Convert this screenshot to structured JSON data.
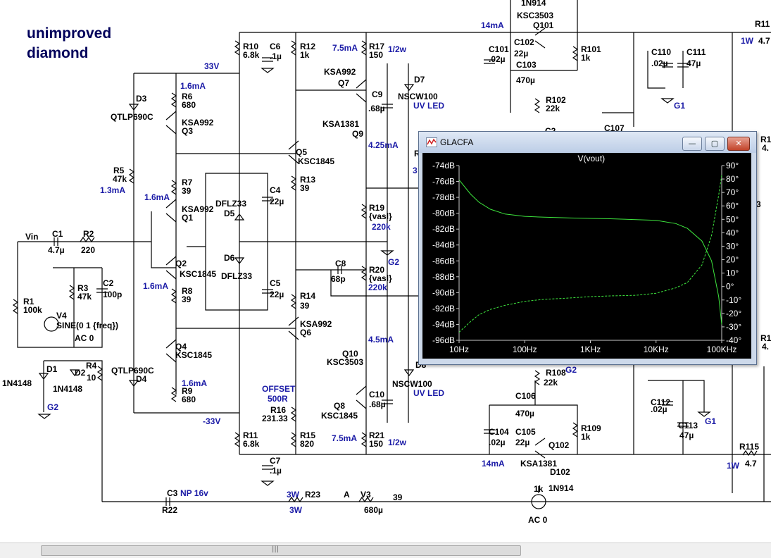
{
  "schematic": {
    "title_line1": "unimproved",
    "title_line2": "diamond",
    "labels": [
      {
        "id": "r10",
        "t": "R10",
        "c": "bk"
      },
      {
        "id": "r10v",
        "t": "6.8k",
        "c": "bk"
      },
      {
        "id": "c6",
        "t": "C6",
        "c": "bk"
      },
      {
        "id": "c6v",
        "t": ".1µ",
        "c": "bk"
      },
      {
        "id": "r12",
        "t": "R12",
        "c": "bk"
      },
      {
        "id": "r12v",
        "t": "1k",
        "c": "bk"
      },
      {
        "id": "i75a",
        "t": "7.5mA",
        "c": "bl"
      },
      {
        "id": "r17",
        "t": "R17",
        "c": "bk"
      },
      {
        "id": "r17v",
        "t": "150",
        "c": "bk"
      },
      {
        "id": "p12a",
        "t": "1/2w",
        "c": "bl"
      },
      {
        "id": "i14a",
        "t": "14mA",
        "c": "bl"
      },
      {
        "id": "d101",
        "t": "1N914",
        "c": "bk"
      },
      {
        "id": "ksc3503a",
        "t": "KSC3503",
        "c": "bk"
      },
      {
        "id": "q101",
        "t": "Q101",
        "c": "bk"
      },
      {
        "id": "c102",
        "t": "C102",
        "c": "bk"
      },
      {
        "id": "c102v",
        "t": "22µ",
        "c": "bk"
      },
      {
        "id": "c101",
        "t": "C101",
        "c": "bk"
      },
      {
        "id": "c101v",
        "t": ".02µ",
        "c": "bk"
      },
      {
        "id": "c103",
        "t": "C103",
        "c": "bk"
      },
      {
        "id": "c103v",
        "t": "470µ",
        "c": "bk"
      },
      {
        "id": "r101",
        "t": "R101",
        "c": "bk"
      },
      {
        "id": "r101v",
        "t": "1k",
        "c": "bk"
      },
      {
        "id": "r102",
        "t": "R102",
        "c": "bk"
      },
      {
        "id": "r102v",
        "t": "22k",
        "c": "bk"
      },
      {
        "id": "c110",
        "t": "C110",
        "c": "bk"
      },
      {
        "id": "c110v",
        "t": ".02µ",
        "c": "bk"
      },
      {
        "id": "c111",
        "t": "C111",
        "c": "bk"
      },
      {
        "id": "c111v",
        "t": "47µ",
        "c": "bk"
      },
      {
        "id": "g1a",
        "t": "G1",
        "c": "bl"
      },
      {
        "id": "w1a",
        "t": "1W",
        "c": "bl"
      },
      {
        "id": "r11x",
        "t": "R11",
        "c": "bk"
      },
      {
        "id": "r11xv",
        "t": "4.7",
        "c": "bk"
      },
      {
        "id": "v33",
        "t": "33V",
        "c": "bl"
      },
      {
        "id": "i16a",
        "t": "1.6mA",
        "c": "bl"
      },
      {
        "id": "d3",
        "t": "D3",
        "c": "bk"
      },
      {
        "id": "r6",
        "t": "R6",
        "c": "bk"
      },
      {
        "id": "r6v",
        "t": "680",
        "c": "bk"
      },
      {
        "id": "qtlp1",
        "t": "QTLP690C",
        "c": "bk"
      },
      {
        "id": "ksa992a",
        "t": "KSA992",
        "c": "bk"
      },
      {
        "id": "q3",
        "t": "Q3",
        "c": "bk"
      },
      {
        "id": "ksa992b",
        "t": "KSA992",
        "c": "bk"
      },
      {
        "id": "q7",
        "t": "Q7",
        "c": "bk"
      },
      {
        "id": "c9",
        "t": "C9",
        "c": "bk"
      },
      {
        "id": "c9v",
        "t": ".68µ",
        "c": "bk"
      },
      {
        "id": "d7",
        "t": "D7",
        "c": "bk"
      },
      {
        "id": "nscw1",
        "t": "NSCW100",
        "c": "bk"
      },
      {
        "id": "uv1",
        "t": "UV LED",
        "c": "bl"
      },
      {
        "id": "ksa1381a",
        "t": "KSA1381",
        "c": "bk"
      },
      {
        "id": "q9",
        "t": "Q9",
        "c": "bk"
      },
      {
        "id": "i425",
        "t": "4.25mA",
        "c": "bl"
      },
      {
        "id": "r5",
        "t": "R5",
        "c": "bk"
      },
      {
        "id": "r5v",
        "t": "47k",
        "c": "bk"
      },
      {
        "id": "i13",
        "t": "1.3mA",
        "c": "bl"
      },
      {
        "id": "q5",
        "t": "Q5",
        "c": "bk"
      },
      {
        "id": "ksc1845a",
        "t": "KSC1845",
        "c": "bk"
      },
      {
        "id": "r7",
        "t": "R7",
        "c": "bk"
      },
      {
        "id": "r7v",
        "t": "39",
        "c": "bk"
      },
      {
        "id": "r13",
        "t": "R13",
        "c": "bk"
      },
      {
        "id": "r13v",
        "t": "39",
        "c": "bk"
      },
      {
        "id": "c4",
        "t": "C4",
        "c": "bk"
      },
      {
        "id": "c4v",
        "t": "22µ",
        "c": "bk"
      },
      {
        "id": "i16b",
        "t": "1.6mA",
        "c": "bl"
      },
      {
        "id": "ksa992c",
        "t": "KSA992",
        "c": "bk"
      },
      {
        "id": "q1",
        "t": "Q1",
        "c": "bk"
      },
      {
        "id": "dflz1",
        "t": "DFLZ33",
        "c": "bk"
      },
      {
        "id": "d5",
        "t": "D5",
        "c": "bk"
      },
      {
        "id": "r19",
        "t": "R19",
        "c": "bk"
      },
      {
        "id": "r19v",
        "t": "{vasl}",
        "c": "bk"
      },
      {
        "id": "r19b",
        "t": "220k",
        "c": "bl"
      },
      {
        "id": "vin",
        "t": "Vin",
        "c": "bk"
      },
      {
        "id": "c1",
        "t": "C1",
        "c": "bk"
      },
      {
        "id": "c1v",
        "t": "4.7µ",
        "c": "bk"
      },
      {
        "id": "r2",
        "t": "R2",
        "c": "bk"
      },
      {
        "id": "r2v",
        "t": "220",
        "c": "bk"
      },
      {
        "id": "d6",
        "t": "D6",
        "c": "bk"
      },
      {
        "id": "dflz2",
        "t": "DFLZ33",
        "c": "bk"
      },
      {
        "id": "q2",
        "t": "Q2",
        "c": "bk"
      },
      {
        "id": "ksc1845b",
        "t": "KSC1845",
        "c": "bk"
      },
      {
        "id": "g2a",
        "t": "G2",
        "c": "bl"
      },
      {
        "id": "c8",
        "t": "C8",
        "c": "bk"
      },
      {
        "id": "c8v",
        "t": "68p",
        "c": "bk"
      },
      {
        "id": "r20",
        "t": "R20",
        "c": "bk"
      },
      {
        "id": "r20v",
        "t": "{vasl}",
        "c": "bk"
      },
      {
        "id": "r20b",
        "t": "220k",
        "c": "bl"
      },
      {
        "id": "r3",
        "t": "R3",
        "c": "bk"
      },
      {
        "id": "r3v",
        "t": "47k",
        "c": "bk"
      },
      {
        "id": "c2",
        "t": "C2",
        "c": "bk"
      },
      {
        "id": "c2v",
        "t": "100p",
        "c": "bk"
      },
      {
        "id": "i16c",
        "t": "1.6mA",
        "c": "bl"
      },
      {
        "id": "r8",
        "t": "R8",
        "c": "bk"
      },
      {
        "id": "r8v",
        "t": "39",
        "c": "bk"
      },
      {
        "id": "c5",
        "t": "C5",
        "c": "bk"
      },
      {
        "id": "c5v",
        "t": "22µ",
        "c": "bk"
      },
      {
        "id": "r14",
        "t": "R14",
        "c": "bk"
      },
      {
        "id": "r14v",
        "t": "39",
        "c": "bk"
      },
      {
        "id": "r1",
        "t": "R1",
        "c": "bk"
      },
      {
        "id": "r1v",
        "t": "100k",
        "c": "bk"
      },
      {
        "id": "v4",
        "t": "V4",
        "c": "bk"
      },
      {
        "id": "sine",
        "t": "SINE(0 1 {freq})",
        "c": "bk"
      },
      {
        "id": "ac0a",
        "t": "AC 0",
        "c": "bk"
      },
      {
        "id": "ksa992d",
        "t": "KSA992",
        "c": "bk"
      },
      {
        "id": "q6",
        "t": "Q6",
        "c": "bk"
      },
      {
        "id": "i45",
        "t": "4.5mA",
        "c": "bl"
      },
      {
        "id": "q4",
        "t": "Q4",
        "c": "bk"
      },
      {
        "id": "ksc1845c",
        "t": "KSC1845",
        "c": "bk"
      },
      {
        "id": "q10",
        "t": "Q10",
        "c": "bk"
      },
      {
        "id": "ksc3503b",
        "t": "KSC3503",
        "c": "bk"
      },
      {
        "id": "d1",
        "t": "D1",
        "c": "bk"
      },
      {
        "id": "d2",
        "t": "D2",
        "c": "bk"
      },
      {
        "id": "r4",
        "t": "R4",
        "c": "bk"
      },
      {
        "id": "r4v",
        "t": "10",
        "c": "bk"
      },
      {
        "id": "qtlp2",
        "t": "QTLP690C",
        "c": "bk"
      },
      {
        "id": "n4148a",
        "t": "1N4148",
        "c": "bk"
      },
      {
        "id": "n4148b",
        "t": "1N4148",
        "c": "bk"
      },
      {
        "id": "d4",
        "t": "D4",
        "c": "bk"
      },
      {
        "id": "g2b",
        "t": "G2",
        "c": "bl"
      },
      {
        "id": "i16d",
        "t": "1.6mA",
        "c": "bl"
      },
      {
        "id": "r9",
        "t": "R9",
        "c": "bk"
      },
      {
        "id": "r9v",
        "t": "680",
        "c": "bk"
      },
      {
        "id": "offset",
        "t": "OFFSET",
        "c": "bl"
      },
      {
        "id": "r500",
        "t": "500R",
        "c": "bl"
      },
      {
        "id": "q8",
        "t": "Q8",
        "c": "bk"
      },
      {
        "id": "ksc1845d",
        "t": "KSC1845",
        "c": "bk"
      },
      {
        "id": "c10",
        "t": "C10",
        "c": "bk"
      },
      {
        "id": "c10v",
        "t": ".68µ",
        "c": "bk"
      },
      {
        "id": "d8",
        "t": "D8",
        "c": "bk"
      },
      {
        "id": "nscw2",
        "t": "NSCW100",
        "c": "bk"
      },
      {
        "id": "uv2",
        "t": "UV LED",
        "c": "bl"
      },
      {
        "id": "r108",
        "t": "R108",
        "c": "bk"
      },
      {
        "id": "r108v",
        "t": "22k",
        "c": "bk"
      },
      {
        "id": "g2c",
        "t": "G2",
        "c": "bl"
      },
      {
        "id": "c106",
        "t": "C106",
        "c": "bk"
      },
      {
        "id": "c106v",
        "t": "470µ",
        "c": "bk"
      },
      {
        "id": "c112",
        "t": "C112",
        "c": "bk"
      },
      {
        "id": "c112v",
        "t": ".02µ",
        "c": "bk"
      },
      {
        "id": "g1b",
        "t": "G1",
        "c": "bl"
      },
      {
        "id": "r16",
        "t": "R16",
        "c": "bk"
      },
      {
        "id": "r16v",
        "t": "231.33",
        "c": "bk"
      },
      {
        "id": "vm33",
        "t": "-33V",
        "c": "bl"
      },
      {
        "id": "c113",
        "t": "C113",
        "c": "bk"
      },
      {
        "id": "c113v",
        "t": "47µ",
        "c": "bk"
      },
      {
        "id": "r11",
        "t": "R11",
        "c": "bk"
      },
      {
        "id": "r11v",
        "t": "6.8k",
        "c": "bk"
      },
      {
        "id": "r15",
        "t": "R15",
        "c": "bk"
      },
      {
        "id": "r15v",
        "t": "820",
        "c": "bk"
      },
      {
        "id": "i75b",
        "t": "7.5mA",
        "c": "bl"
      },
      {
        "id": "r21",
        "t": "R21",
        "c": "bk"
      },
      {
        "id": "r21v",
        "t": "150",
        "c": "bk"
      },
      {
        "id": "p12b",
        "t": "1/2w",
        "c": "bl"
      },
      {
        "id": "c104",
        "t": "C104",
        "c": "bk"
      },
      {
        "id": "c104v",
        "t": ".02µ",
        "c": "bk"
      },
      {
        "id": "c105",
        "t": "C105",
        "c": "bk"
      },
      {
        "id": "c105v",
        "t": "22µ",
        "c": "bk"
      },
      {
        "id": "q102",
        "t": "Q102",
        "c": "bk"
      },
      {
        "id": "r109",
        "t": "R109",
        "c": "bk"
      },
      {
        "id": "r109v",
        "t": "1k",
        "c": "bk"
      },
      {
        "id": "r115",
        "t": "R115",
        "c": "bk"
      },
      {
        "id": "r115v",
        "t": "4.7",
        "c": "bk"
      },
      {
        "id": "w1b",
        "t": "1W",
        "c": "bl"
      },
      {
        "id": "c7",
        "t": "C7",
        "c": "bk"
      },
      {
        "id": "c7v",
        "t": ".1µ",
        "c": "bk"
      },
      {
        "id": "i14b",
        "t": "14mA",
        "c": "bl"
      },
      {
        "id": "ksa1381b",
        "t": "KSA1381",
        "c": "bk"
      },
      {
        "id": "d102",
        "t": "D102",
        "c": "bk"
      },
      {
        "id": "n914b",
        "t": "1N914",
        "c": "bk"
      },
      {
        "id": "c3",
        "t": "C3",
        "c": "bk"
      },
      {
        "id": "np16",
        "t": "NP 16v",
        "c": "bl"
      },
      {
        "id": "r22",
        "t": "R22",
        "c": "bk"
      },
      {
        "id": "w3a",
        "t": "3W",
        "c": "bl"
      },
      {
        "id": "w3b",
        "t": "3W",
        "c": "bl"
      },
      {
        "id": "r23",
        "t": "R23",
        "c": "bk"
      },
      {
        "id": "na",
        "t": "A",
        "c": "bk"
      },
      {
        "id": "v3",
        "t": "V3",
        "c": "bk"
      },
      {
        "id": "c3v",
        "t": "680µ",
        "c": "bk"
      },
      {
        "id": "r22v",
        "t": "39",
        "c": "bk"
      },
      {
        "id": "r23v",
        "t": "1k",
        "c": "bk"
      },
      {
        "id": "ac0b",
        "t": "AC 0",
        "c": "bk"
      },
      {
        "id": "c107",
        "t": "C107",
        "c": "bk"
      },
      {
        "id": "r18p",
        "t": "R",
        "c": "bk"
      },
      {
        "id": "r18p3",
        "t": "3",
        "c": "bl"
      },
      {
        "id": "c2p",
        "t": "C2",
        "c": "bk"
      },
      {
        "id": "edge1",
        "t": "R1",
        "c": "bk"
      },
      {
        "id": "edge2",
        "t": "4.",
        "c": "bk"
      },
      {
        "id": "edge3",
        "t": "3",
        "c": "bk"
      },
      {
        "id": "edge4",
        "t": "R1",
        "c": "bk"
      },
      {
        "id": "edge5",
        "t": "4.",
        "c": "bk"
      }
    ]
  },
  "waveform_window": {
    "title": "GLACFA",
    "icon": "waveform-app-icon",
    "buttons": {
      "minimize": "minimize-button",
      "maximize": "maximize-button",
      "close": "close-button"
    },
    "trace_label": "V(vout)",
    "colors": {
      "background": "#000000",
      "trace": "#3ee63e",
      "text": "#ffffff",
      "trace_label": "#3ee63e"
    }
  },
  "chart_data": {
    "type": "line",
    "title": "V(vout)",
    "x_scale": "log",
    "xlim": [
      10,
      100000
    ],
    "x_ticks": [
      "10Hz",
      "100Hz",
      "1KHz",
      "10KHz",
      "100KHz"
    ],
    "ylim_left": [
      -96,
      -74
    ],
    "y_ticks_left": [
      "-74dB",
      "-76dB",
      "-78dB",
      "-80dB",
      "-82dB",
      "-84dB",
      "-86dB",
      "-88dB",
      "-90dB",
      "-92dB",
      "-94dB",
      "-96dB"
    ],
    "ylim_right": [
      -40,
      90
    ],
    "y_ticks_right": [
      "90°",
      "80°",
      "70°",
      "60°",
      "50°",
      "40°",
      "30°",
      "20°",
      "10°",
      "0°",
      "-10°",
      "-20°",
      "-30°",
      "-40°"
    ],
    "grid": false,
    "series": [
      {
        "name": "V(vout)",
        "axis": "left",
        "style": "solid",
        "x": [
          10,
          15,
          20,
          30,
          50,
          100,
          200,
          500,
          1000,
          2000,
          5000,
          10000,
          20000,
          30000,
          50000,
          70000,
          90000,
          100000
        ],
        "values": [
          -75.8,
          -77.6,
          -78.6,
          -79.5,
          -80.1,
          -80.4,
          -80.5,
          -80.6,
          -80.65,
          -80.7,
          -80.8,
          -80.9,
          -81.3,
          -81.9,
          -83.5,
          -86.0,
          -90.5,
          -94.0
        ]
      },
      {
        "name": "phase",
        "axis": "right",
        "style": "dashed",
        "x": [
          10,
          15,
          20,
          30,
          50,
          100,
          200,
          500,
          1000,
          2000,
          5000,
          10000,
          20000,
          30000,
          50000,
          70000,
          90000,
          100000
        ],
        "values": [
          -34,
          -26,
          -21,
          -17,
          -14,
          -11,
          -9.5,
          -8.5,
          -7.5,
          -7,
          -6.5,
          -5,
          -1,
          3,
          16,
          38,
          68,
          83
        ]
      }
    ]
  }
}
